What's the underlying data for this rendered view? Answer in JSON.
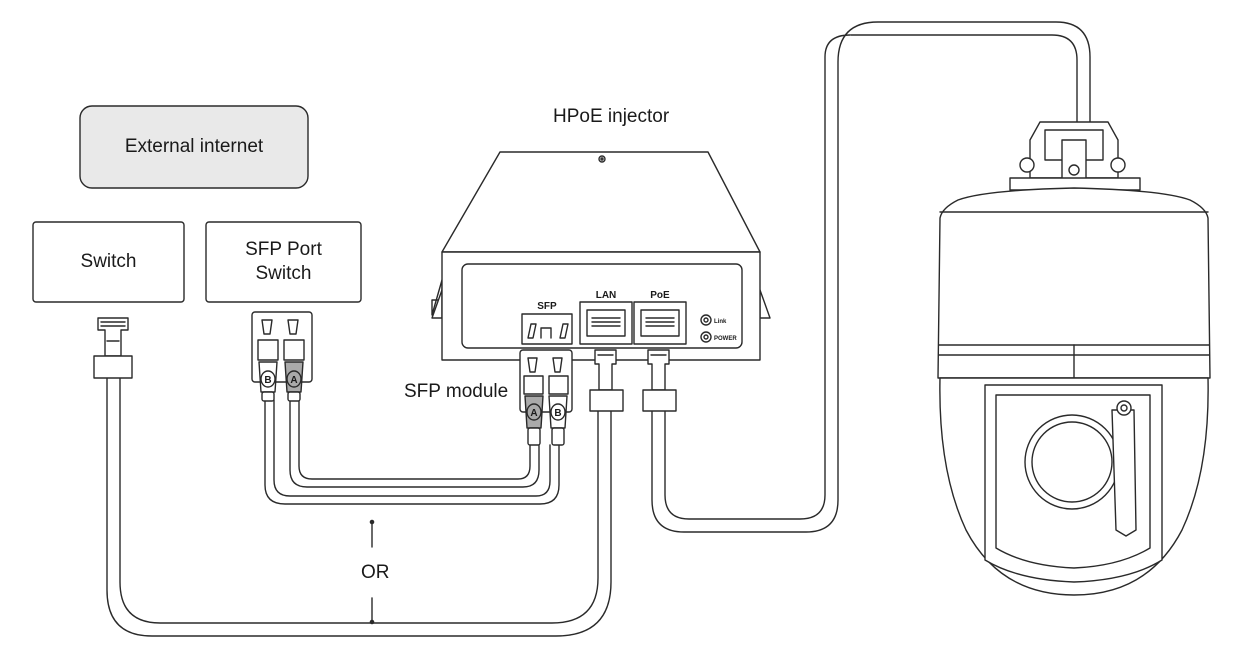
{
  "title": "HPoE injector",
  "internet_box": {
    "label": "External internet"
  },
  "switch_box": {
    "label": "Switch"
  },
  "sfp_switch_box": {
    "label": "SFP Port\nSwitch"
  },
  "injector": {
    "ports": {
      "sfp": "SFP",
      "lan": "LAN",
      "poe": "PoE"
    },
    "leds": {
      "link": "Link",
      "power": "POWER"
    }
  },
  "sfp_module_label": "SFP module",
  "connector_letters": {
    "a": "A",
    "b": "B"
  },
  "or_label": "OR",
  "colors": {
    "line": "#2a2a2a",
    "box_fill_internet": "#e9e9e9",
    "box_fill": "#ffffff",
    "connector_fill": "#aaaaaa"
  }
}
